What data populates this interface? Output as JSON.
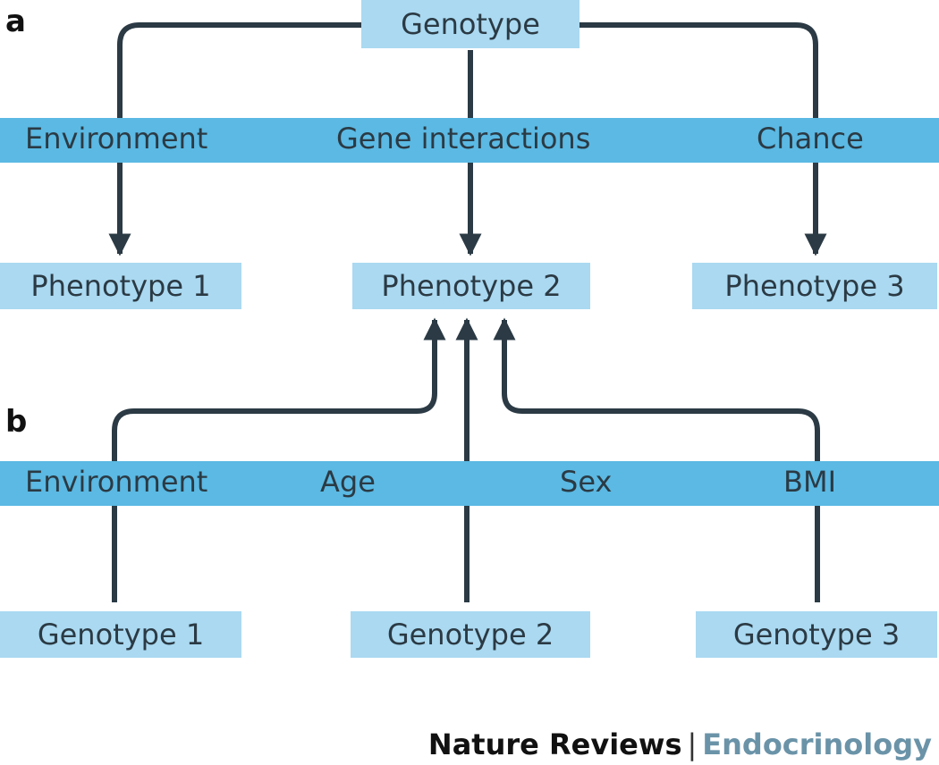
{
  "panel_a": {
    "letter": "a",
    "top_box": "Genotype",
    "band_labels": [
      "Environment",
      "Gene interactions",
      "Chance"
    ],
    "outputs": [
      "Phenotype 1",
      "Phenotype 2",
      "Phenotype 3"
    ]
  },
  "panel_b": {
    "letter": "b",
    "band_labels": [
      "Environment",
      "Age",
      "Sex",
      "BMI"
    ],
    "inputs": [
      "Genotype 1",
      "Genotype 2",
      "Genotype 3"
    ]
  },
  "footer": {
    "journal": "Nature Reviews",
    "separator": "|",
    "section": "Endocrinology"
  },
  "colors": {
    "box_fill": "#aad9f1",
    "band_fill": "#5bb9e3",
    "line": "#2b3a44",
    "section_text": "#6a93a8"
  }
}
